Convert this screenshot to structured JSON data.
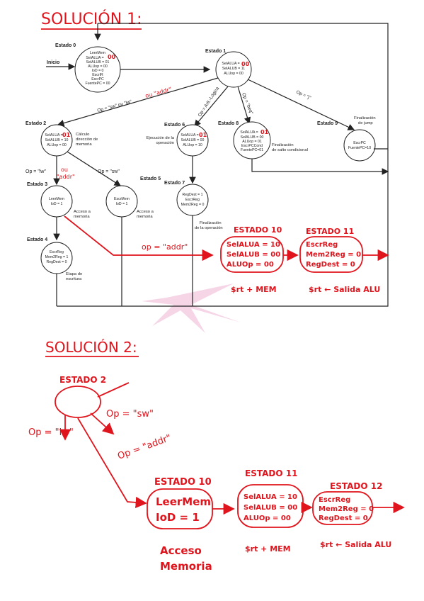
{
  "s1": {
    "title": "SOLUCIÓN 1:",
    "inicio": "Inicio",
    "e0": {
      "name": "Estado 0",
      "lines": [
        "LeerMem",
        "SelALUA = ",
        "SelALUB = 01",
        "ALUop = 00",
        "IoD = 0",
        "EscrIR",
        "EscrPC",
        "FuentePC = 00"
      ],
      "red": "00"
    },
    "e1": {
      "name": "Estado 1",
      "lines": [
        "SelALUA = ",
        "SelALUB = 11",
        "ALUop = 00"
      ],
      "red": "00"
    },
    "e2": {
      "name": "Estado 2",
      "lines": [
        "SelALUA = ",
        "SelALUB = 10",
        "ALUop = 00"
      ],
      "red": "01",
      "note": [
        "Cálculo",
        "dirección de",
        "memoria"
      ]
    },
    "e3": {
      "name": "Estado 3",
      "lines": [
        "LeerMem",
        "IoD = 1"
      ],
      "note": [
        "Acceso a",
        "memoria"
      ]
    },
    "e4": {
      "name": "Estado 4",
      "lines": [
        "EscrReg",
        "Mem2Reg = 1",
        "RegDest = 0"
      ],
      "note": [
        "Etapa de",
        "escritura"
      ]
    },
    "e5": {
      "name": "Estado 5",
      "lines": [
        "EscrMem",
        "IoD = 1"
      ],
      "note": [
        "Acceso a",
        "memoria"
      ]
    },
    "e6": {
      "name": "Estado 6",
      "lines": [
        "SelALUA = ",
        "SelALUB = 00",
        "ALUop = 10"
      ],
      "red": "01",
      "note": [
        "Ejecución de la",
        "operación"
      ]
    },
    "e7": {
      "name": "Estado 7",
      "lines": [
        "RegDest = 1",
        "EscrReg",
        "Mem2Reg = 0"
      ],
      "note": [
        "Finalización",
        "de la operación"
      ]
    },
    "e8": {
      "name": "Estado 8",
      "lines": [
        "SelALUA = ",
        "SelALUB = 00",
        "ALUop = 01",
        "EscrPCCond",
        "FuentePC=01"
      ],
      "red": "01",
      "note": [
        "Finalización",
        "de salto condicional"
      ]
    },
    "e9": {
      "name": "Estado 9",
      "lines": [
        "EscrPC",
        "FuentePC=10"
      ],
      "note": [
        "Finalización",
        "de jump"
      ]
    },
    "labels": {
      "op_sw_lw": "Op = \"sw\" ou \"lw\"",
      "op_addr_red": "ou \"addr\"",
      "op_arit": "Op = Arit.-Lógica",
      "op_beq": "Op = \"beq\"",
      "op_j": "Op = \"j\"",
      "op_lw": "Op = \"lw\"",
      "op_lw_red": "ou",
      "op_lw_red2": "\"addr\"",
      "op_sw": "Op = \"sw\"",
      "op_addr": "op = \"addr\""
    },
    "e10": {
      "name": "ESTADO 10",
      "lines": [
        "SelALUA = 10",
        "SelALUB = 00",
        "ALUOp = 00"
      ],
      "note": "$rt + MEM"
    },
    "e11": {
      "name": "ESTADO 11",
      "lines": [
        "EscrReg",
        "Mem2Reg = 0",
        "RegDest = 0"
      ],
      "note": "$rt ← Salida ALU"
    }
  },
  "s2": {
    "title": "SOLUCIÓN 2:",
    "e2": "ESTADO 2",
    "op_lw": "Op = \"lw\"",
    "op_sw": "Op = \"sw\"",
    "op_addr": "Op = \"addr\"",
    "e10": {
      "name": "ESTADO 10",
      "lines": [
        "LeerMem",
        "IoD = 1"
      ],
      "note": [
        "Acceso",
        "Memoria"
      ]
    },
    "e11": {
      "name": "ESTADO 11",
      "lines": [
        "SelALUA = 10",
        "SelALUB = 00",
        "ALUOp = 00"
      ],
      "note": "$rt + MEM"
    },
    "e12": {
      "name": "ESTADO 12",
      "lines": [
        "EscrReg",
        "Mem2Reg = 0",
        "RegDest = 0"
      ],
      "note": "$rt ← Salida ALU"
    }
  }
}
